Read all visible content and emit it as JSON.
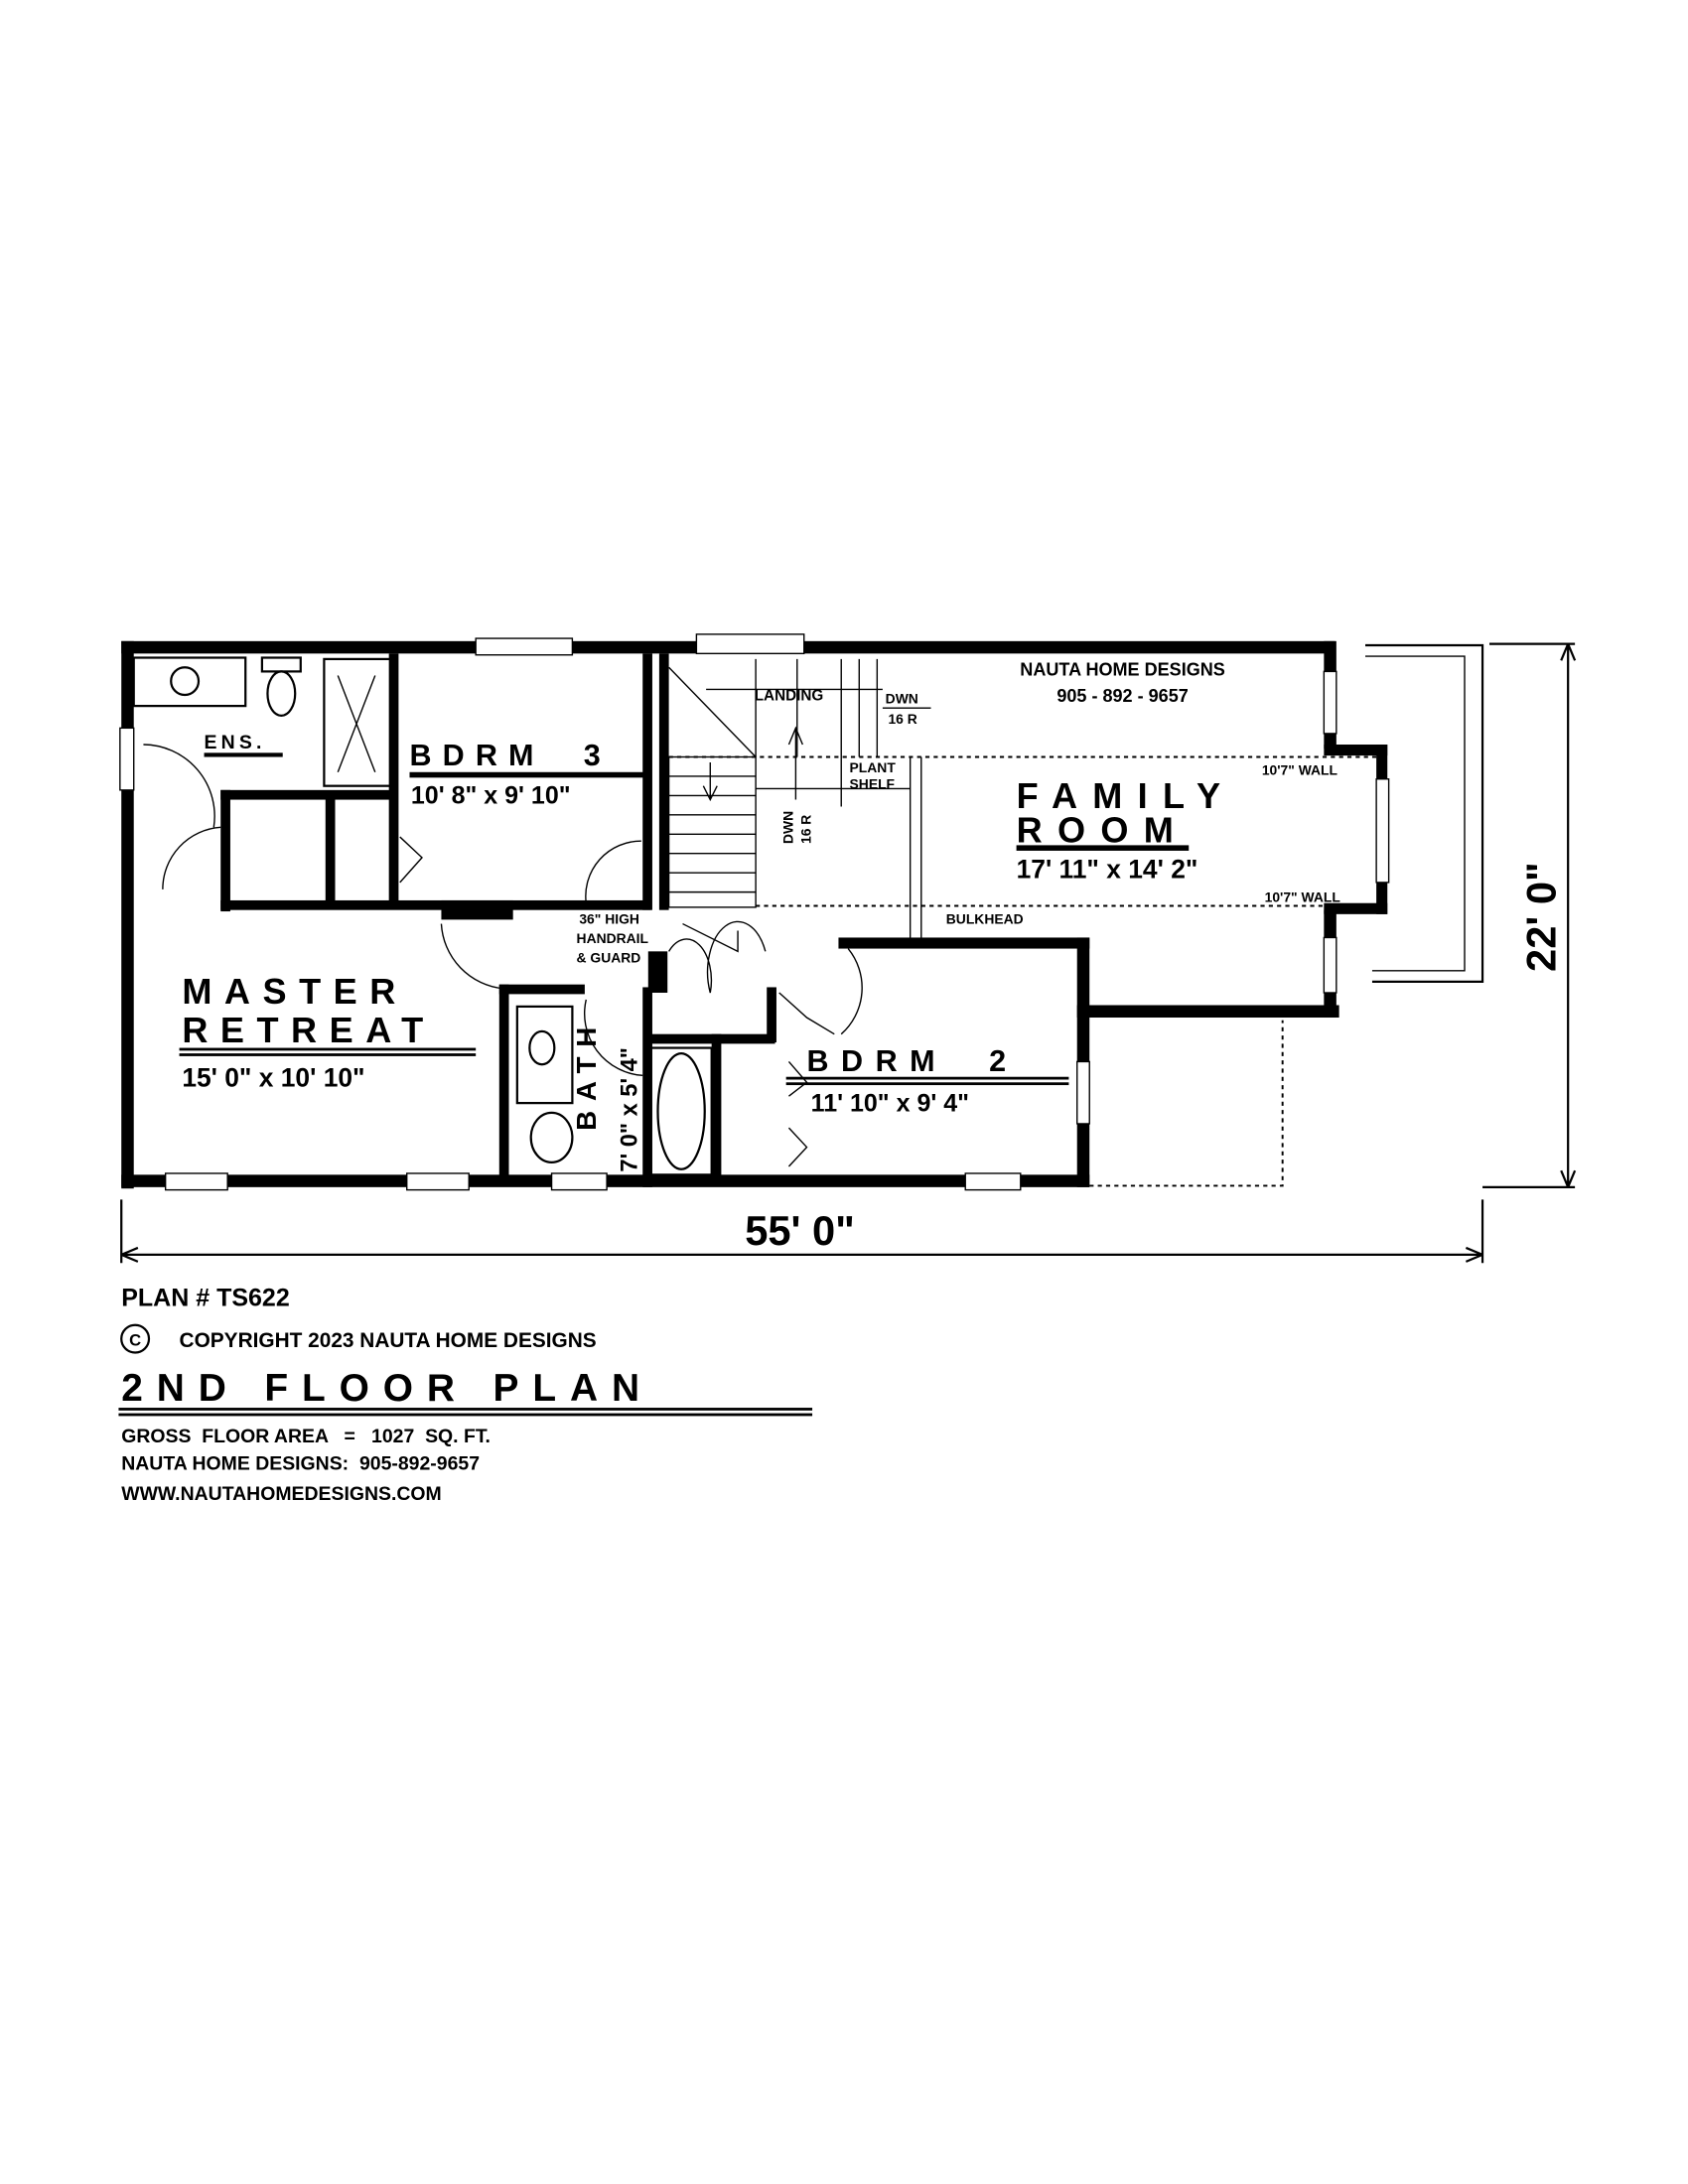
{
  "rooms": {
    "ensuite": {
      "label": "ENS."
    },
    "bdrm3": {
      "label": "BDRM  3",
      "size": "10' 8\" x 9' 10\""
    },
    "family": {
      "label1": "FAMILY",
      "label2": "ROOM",
      "size": "17' 11\" x 14' 2\""
    },
    "master": {
      "label1": "MASTER",
      "label2": "RETREAT",
      "size": "15' 0\" x 10' 10\""
    },
    "bath": {
      "label": "BATH",
      "size": "7' 0\" x 5' 4\""
    },
    "bdrm2": {
      "label": "BDRM  2",
      "size": "11' 10\" x 9' 4\""
    }
  },
  "annotations": {
    "landing": "LANDING",
    "dwn_top": "DWN",
    "risers_top": "16 R",
    "dwn_side": "DWN",
    "risers_side": "16 R",
    "plant": "PLANT",
    "shelf": "SHELF",
    "wall_top": "10'7\" WALL",
    "wall_bottom": "10'7\" WALL",
    "bulkhead": "BULKHEAD",
    "handrail1": "36\" HIGH",
    "handrail2": "HANDRAIL",
    "handrail3": "& GUARD",
    "firm_name": "NAUTA HOME DESIGNS",
    "firm_phone": "905 - 892 - 9657"
  },
  "dimensions": {
    "width": "55' 0\"",
    "depth": "22' 0\""
  },
  "title_block": {
    "plan_number": "PLAN # TS622",
    "copyright_symbol": "C",
    "copyright": "COPYRIGHT 2023 NAUTA HOME DESIGNS",
    "title": "2ND FLOOR PLAN",
    "gross_area": "GROSS  FLOOR AREA   =   1027  SQ. FT.",
    "contact": "NAUTA HOME DESIGNS:  905-892-9657",
    "website": "WWW.NAUTAHOMEDESIGNS.COM"
  }
}
